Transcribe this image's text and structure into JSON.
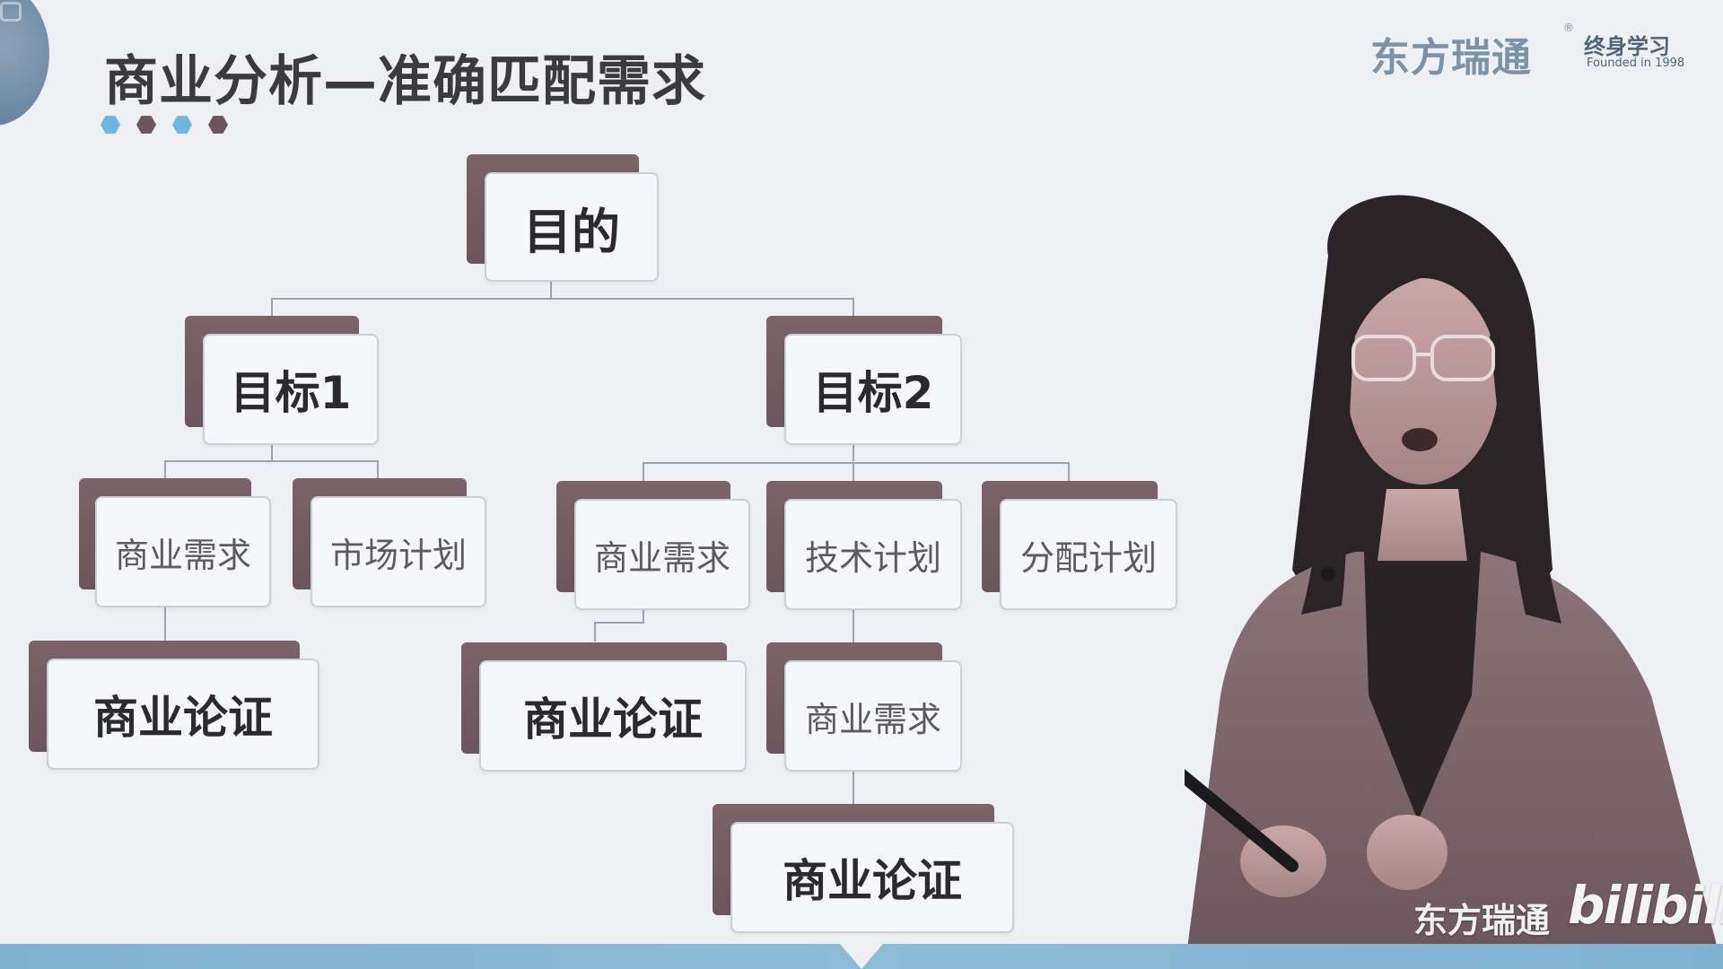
{
  "slide": {
    "title": "商业分析—准确匹配需求",
    "dot_colors": [
      "#6fb6e0",
      "#6b565c",
      "#6fb6e0",
      "#6b565c"
    ]
  },
  "logo": {
    "brand": "东方瑞通",
    "registered": "®",
    "sub": "终身学习",
    "founded": "Founded in 1998"
  },
  "chart": {
    "root": "目的",
    "goal1": "目标1",
    "goal2": "目标2",
    "g1_child1": "商业需求",
    "g1_child2": "市场计划",
    "g1_result": "商业论证",
    "g2_child1": "商业需求",
    "g2_child2": "技术计划",
    "g2_child3": "分配计划",
    "g2_result1": "商业论证",
    "g2_sub": "商业需求",
    "g2_result2": "商业论证"
  },
  "watermark": {
    "text": "东方瑞通",
    "logo": "bilibili"
  },
  "colors": {
    "box_back": "#6b565c",
    "box_front": "#f6f7fa",
    "accent_blue": "#7fb1d2"
  }
}
